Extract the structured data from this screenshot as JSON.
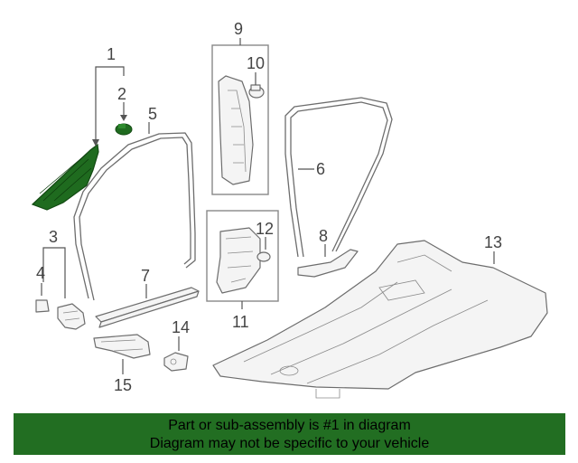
{
  "diagram": {
    "callouts": [
      "1",
      "2",
      "3",
      "4",
      "5",
      "6",
      "7",
      "8",
      "9",
      "10",
      "11",
      "12",
      "13",
      "14",
      "15"
    ],
    "highlight_color": "#1f6b1f",
    "part_color": "#6d6d6d"
  },
  "banner": {
    "line1": "Part or sub-assembly is #1 in diagram",
    "line2": "Diagram may not be specific to your vehicle",
    "background": "#226e22"
  }
}
